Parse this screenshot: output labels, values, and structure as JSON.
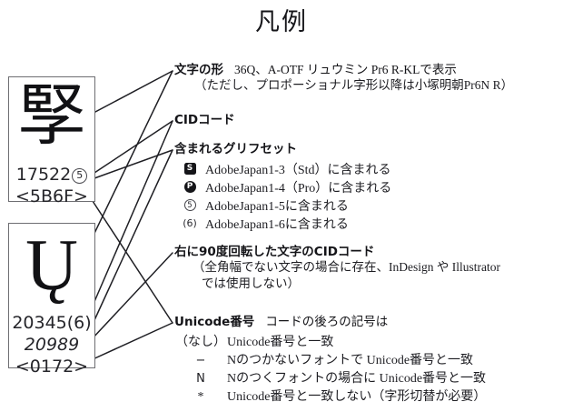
{
  "title": "凡例",
  "samples": [
    {
      "name": "sample-kanji",
      "glyph": "孯",
      "cid_prefix": "17522",
      "cid_badge": "5",
      "unicode": "<5B6F>"
    },
    {
      "name": "sample-latin",
      "glyph": "Ų",
      "cid": "20345(6)",
      "rotated_cid": "20989",
      "unicode": "<0172>"
    }
  ],
  "entries": {
    "shape": {
      "heading": "文字の形",
      "heading_tail": "36Q、A-OTF リュウミン Pr6 R-KLで表示",
      "sub": "（ただし、プロポーショナル字形以降は小塚明朝Pr6N R）"
    },
    "cid": {
      "heading": "CIDコード"
    },
    "glyphset": {
      "heading": "含まれるグリフセット",
      "rows": [
        {
          "mark_type": "square",
          "mark": "S",
          "text": "AdobeJapan1-3（Std）に含まれる"
        },
        {
          "mark_type": "circle",
          "mark": "P",
          "text": "AdobeJapan1-4（Pro）に含まれる"
        },
        {
          "mark_type": "outline-circle",
          "mark": "5",
          "text": "AdobeJapan1-5に含まれる"
        },
        {
          "mark_type": "plain",
          "mark": "(6)",
          "text": "AdobeJapan1-6に含まれる"
        }
      ]
    },
    "rotated": {
      "heading": "右に90度回転した文字のCIDコード",
      "sub1": "（全角幅でない文字の場合に存在、InDesign や Illustrator",
      "sub2": "では使用しない）"
    },
    "unicode": {
      "heading": "Unicode番号",
      "heading_tail": "コードの後ろの記号は",
      "rows": [
        {
          "symbol": "（なし）",
          "mono": false,
          "desc": "Unicode番号と一致"
        },
        {
          "symbol": "−",
          "mono": true,
          "desc": "Nのつかないフォントで Unicode番号と一致"
        },
        {
          "symbol": "N",
          "mono": true,
          "desc": "Nのつくフォントの場合に Unicode番号と一致"
        },
        {
          "symbol": "*",
          "mono": false,
          "desc": "Unicode番号と一致しない（字形切替が必要）"
        }
      ]
    }
  },
  "colors": {
    "ink": "#1b1b1b",
    "box_border": "#6e6e72",
    "leader": "#1f1f24",
    "background": "#ffffff"
  }
}
